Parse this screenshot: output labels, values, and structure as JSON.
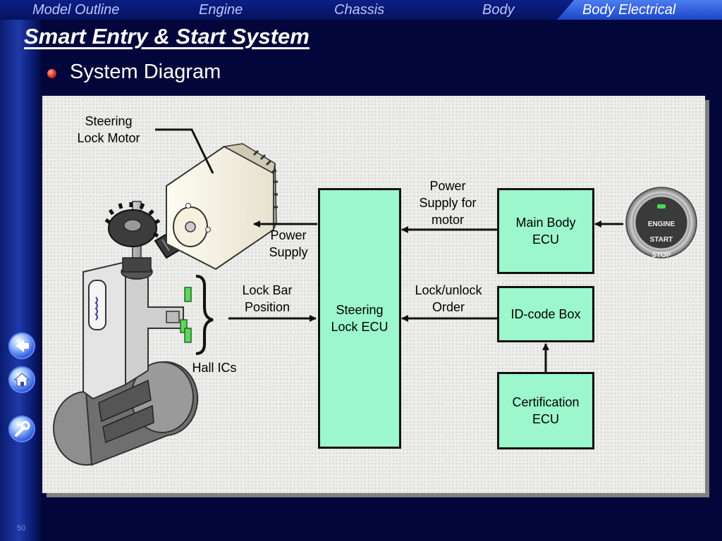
{
  "nav": {
    "tabs": [
      {
        "label": "Model Outline"
      },
      {
        "label": "Engine"
      },
      {
        "label": "Chassis"
      },
      {
        "label": "Body"
      },
      {
        "label": "Body Electrical"
      }
    ],
    "active": "Body Electrical"
  },
  "title": "Smart Entry & Start System",
  "subtitle": "System Diagram",
  "diagram": {
    "labels": {
      "motor": "Steering\nLock Motor",
      "power_supply": "Power\nSupply",
      "lock_bar": "Lock Bar\nPosition",
      "hall_ics": "Hall ICs",
      "power_motor": "Power\nSupply for\nmotor",
      "lock_unlock": "Lock/unlock\nOrder"
    },
    "boxes": {
      "steering_ecu": "Steering\nLock ECU",
      "main_body_ecu": "Main Body\nECU",
      "id_code_box": "ID-code Box",
      "certification_ecu": "Certification\nECU"
    },
    "button_text": [
      "ENGINE",
      "START",
      "STOP"
    ]
  },
  "colors": {
    "background": "#02063a",
    "box_fill": "#9cf7cc",
    "nav_active": "#2c5ad8"
  },
  "sidebar": {
    "icons": [
      "back-arrow-icon",
      "home-icon",
      "wrench-icon"
    ]
  },
  "page_number": "50"
}
